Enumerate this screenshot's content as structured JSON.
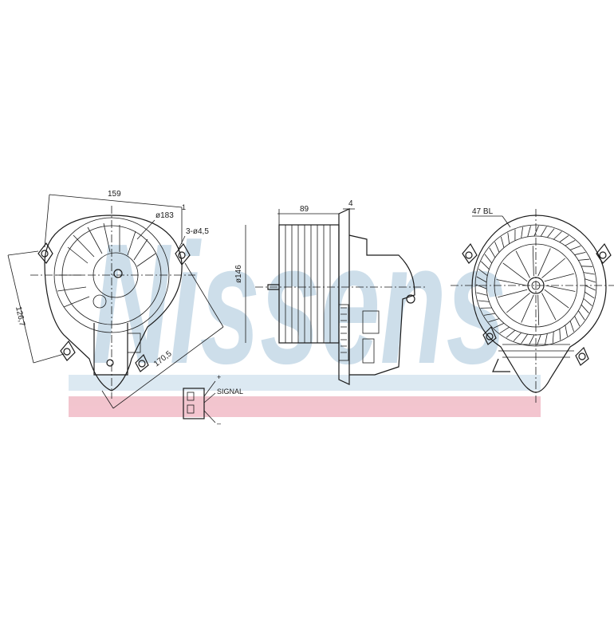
{
  "watermark": {
    "text": "Nissens",
    "blue_color": "#9fc0d8",
    "pink_color": "#f2c2cc"
  },
  "front_view": {
    "dim_width": "159",
    "dim_diameter": "ø183",
    "dim_mount_holes": "3-ø4,5",
    "dim_height": "126,7",
    "dim_diagonal": "170,5",
    "callout": "1"
  },
  "side_view": {
    "dim_depth": "89",
    "dim_flange": "4",
    "dim_motor_diameter": "ø146"
  },
  "rear_view": {
    "dim_blades": "47 BL"
  },
  "connector": {
    "pin_plus": "+",
    "pin_signal": "SIGNAL",
    "pin_minus": "–"
  },
  "colors": {
    "line": "#1a1a1a",
    "background": "#ffffff"
  }
}
